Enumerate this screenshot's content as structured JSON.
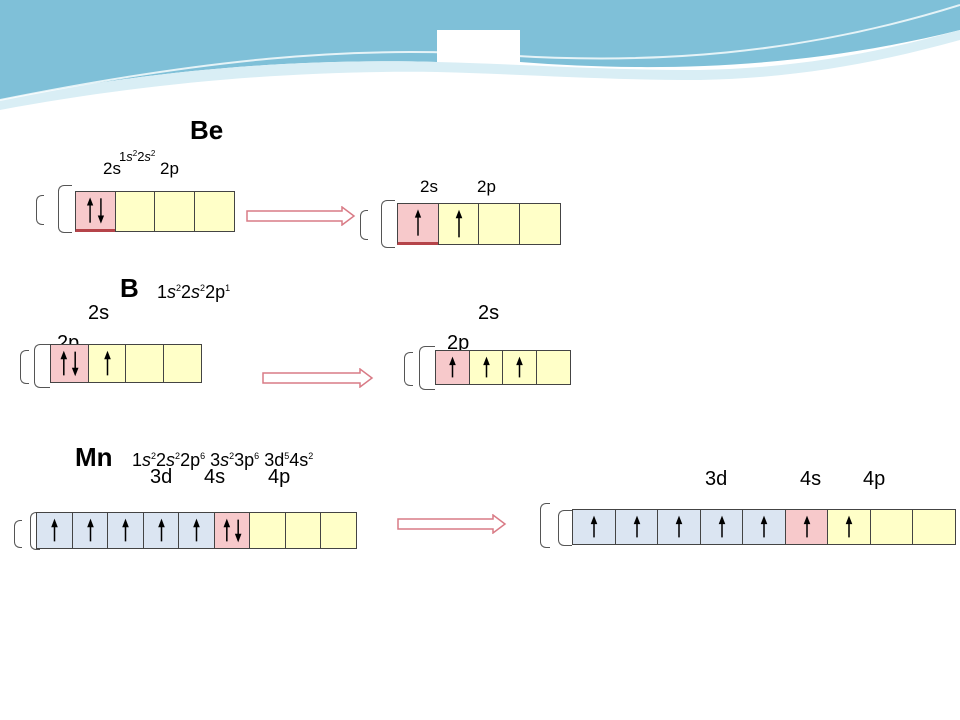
{
  "theme": {
    "wave_dark": "#7fc0d8",
    "wave_light": "#d9eef5",
    "yellow_box": "#ffffc8",
    "pink_box": "#f7c9cb",
    "blue_box": "#dbe5f2",
    "arrow_outline": "#d97b86"
  },
  "be": {
    "symbol": "Be",
    "config_html": "1s²2s²",
    "left_labels": {
      "s": "2s",
      "p": "2p"
    },
    "right_labels": {
      "s": "2s",
      "p": "2p"
    },
    "left_boxes": [
      "paired",
      "empty",
      "empty",
      "empty"
    ],
    "right_boxes": [
      "up",
      "up",
      "empty",
      "empty"
    ]
  },
  "b": {
    "symbol": "B",
    "config_prefix": "1s",
    "left_labels": {
      "s": "2s",
      "p": "2p"
    },
    "right_labels": {
      "s": "2s",
      "p": "2p"
    },
    "left_boxes": [
      "paired",
      "up",
      "empty",
      "empty"
    ],
    "right_boxes": [
      "up",
      "up",
      "up",
      "empty"
    ]
  },
  "mn": {
    "symbol": "Mn",
    "left_labels": {
      "d": "3d",
      "s": "4s",
      "p": "4p"
    },
    "right_labels": {
      "d": "3d",
      "s": "4s",
      "p": "4p"
    },
    "left_boxes": [
      "up",
      "up",
      "up",
      "up",
      "up",
      "paired",
      "empty",
      "empty",
      "empty"
    ],
    "right_boxes": [
      "up",
      "up",
      "up",
      "up",
      "up",
      "up",
      "up",
      "empty",
      "empty"
    ]
  }
}
